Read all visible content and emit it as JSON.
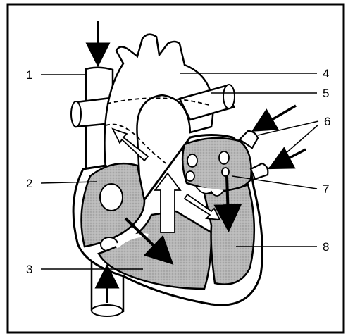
{
  "labels": {
    "l1": "1",
    "l2": "2",
    "l3": "3",
    "l4": "4",
    "l5": "5",
    "l6": "6",
    "l7": "7",
    "l8": "8"
  },
  "colors": {
    "outline": "#000000",
    "chamber_fill": "#b3b3b3",
    "background": "#ffffff"
  }
}
